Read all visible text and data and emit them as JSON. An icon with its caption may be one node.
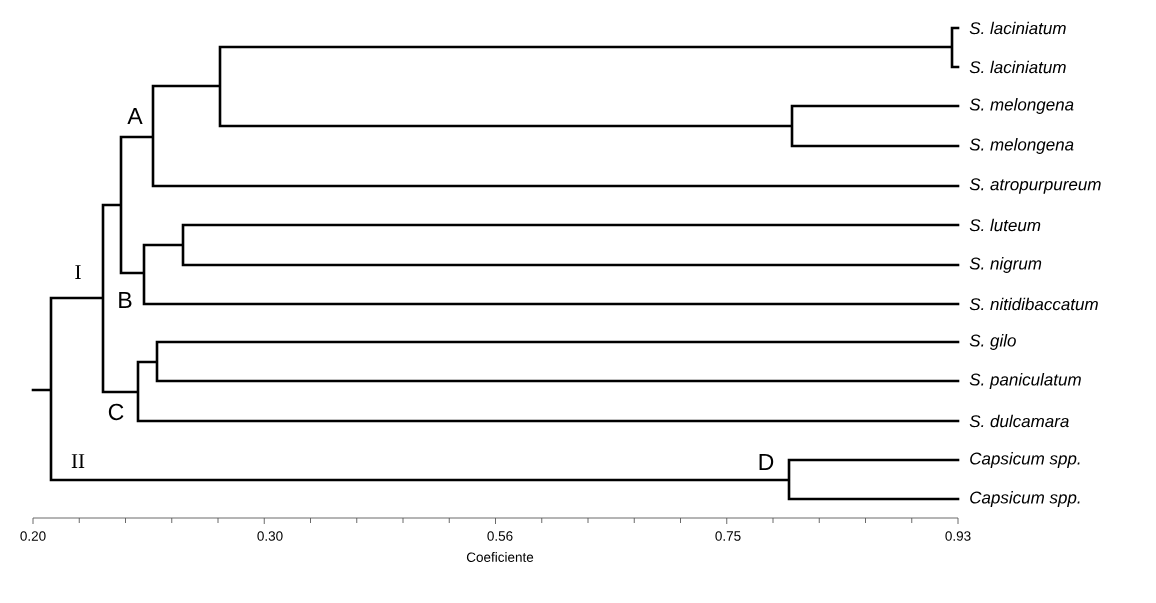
{
  "diagram": {
    "labels": [
      "S. laciniatum",
      "S. laciniatum",
      "A",
      "S. melongena",
      "S. melongena",
      "S. atropurpureum",
      "S. luteum",
      "I",
      "S. nigrum",
      "B",
      "S. nitidibaccatum",
      "S. gilo",
      "S. paniculatum",
      "C",
      "S. dulcamara",
      "II",
      "D",
      "Capsicum spp.",
      "Capsicum spp.",
      "0.20",
      "0.30",
      "0.56",
      "0.75",
      "0.93",
      "Coeficiente"
    ]
  }
}
